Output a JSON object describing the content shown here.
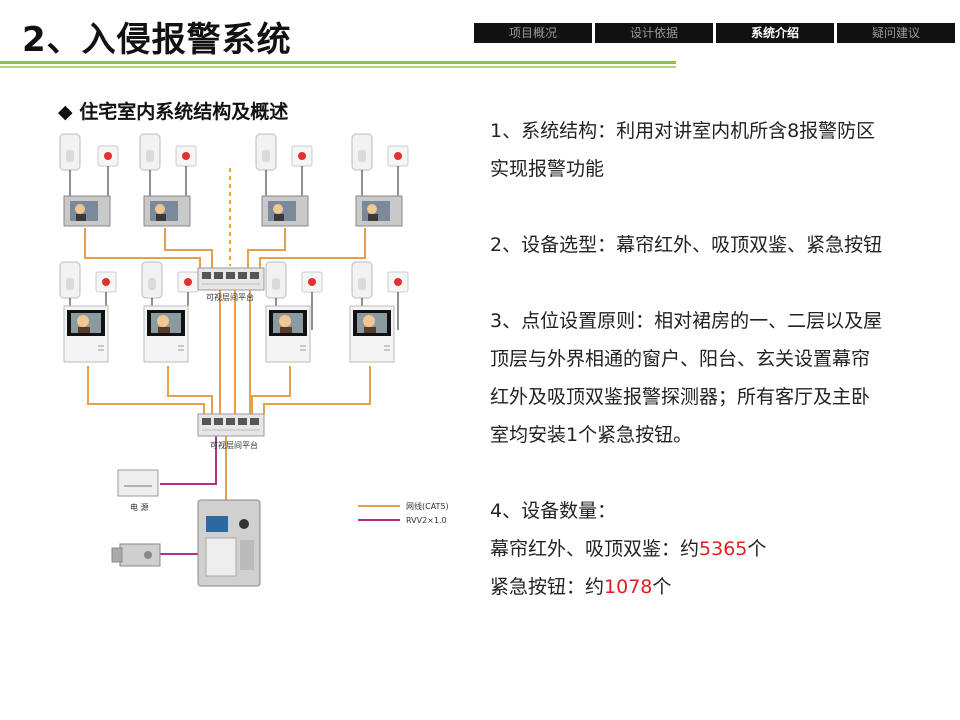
{
  "header": {
    "title": "2、入侵报警系统",
    "nav": [
      {
        "label": "项目概况",
        "active": false
      },
      {
        "label": "设计依据",
        "active": false
      },
      {
        "label": "系统介绍",
        "active": true
      },
      {
        "label": "疑问建议",
        "active": false
      }
    ]
  },
  "section": {
    "bullet": "◆",
    "title": "住宅室内系统结构及概述"
  },
  "diagram": {
    "switch_top_label": "可视层间平台",
    "switch_bottom_label": "可视层间平台",
    "power_label": "电 源",
    "legend": [
      {
        "label": "网线(CAT5)",
        "color": "#e8a048"
      },
      {
        "label": "RVV2×1.0",
        "color": "#b0308a"
      }
    ],
    "colors": {
      "cat5": "#e8a048",
      "rvv": "#b0308a"
    }
  },
  "content": {
    "item1_line1": "1、系统结构：利用对讲室内机所含8报警防区",
    "item1_line2": "实现报警功能",
    "item2": "2、设备选型：幕帘红外、吸顶双鉴、紧急按钮",
    "item3_line1": "3、点位设置原则：相对裙房的一、二层以及屋",
    "item3_line2": "顶层与外界相通的窗户、阳台、玄关设置幕帘",
    "item3_line3": "红外及吸顶双鉴报警探测器；所有客厅及主卧",
    "item3_line4": "室均安装1个紧急按钮。",
    "item4_title": "4、设备数量：",
    "item4_a_prefix": "幕帘红外、吸顶双鉴：约",
    "item4_a_value": "5365",
    "item4_a_unit": "个",
    "item4_b_prefix": "紧急按钮：约",
    "item4_b_value": "1078",
    "item4_b_unit": "个"
  }
}
